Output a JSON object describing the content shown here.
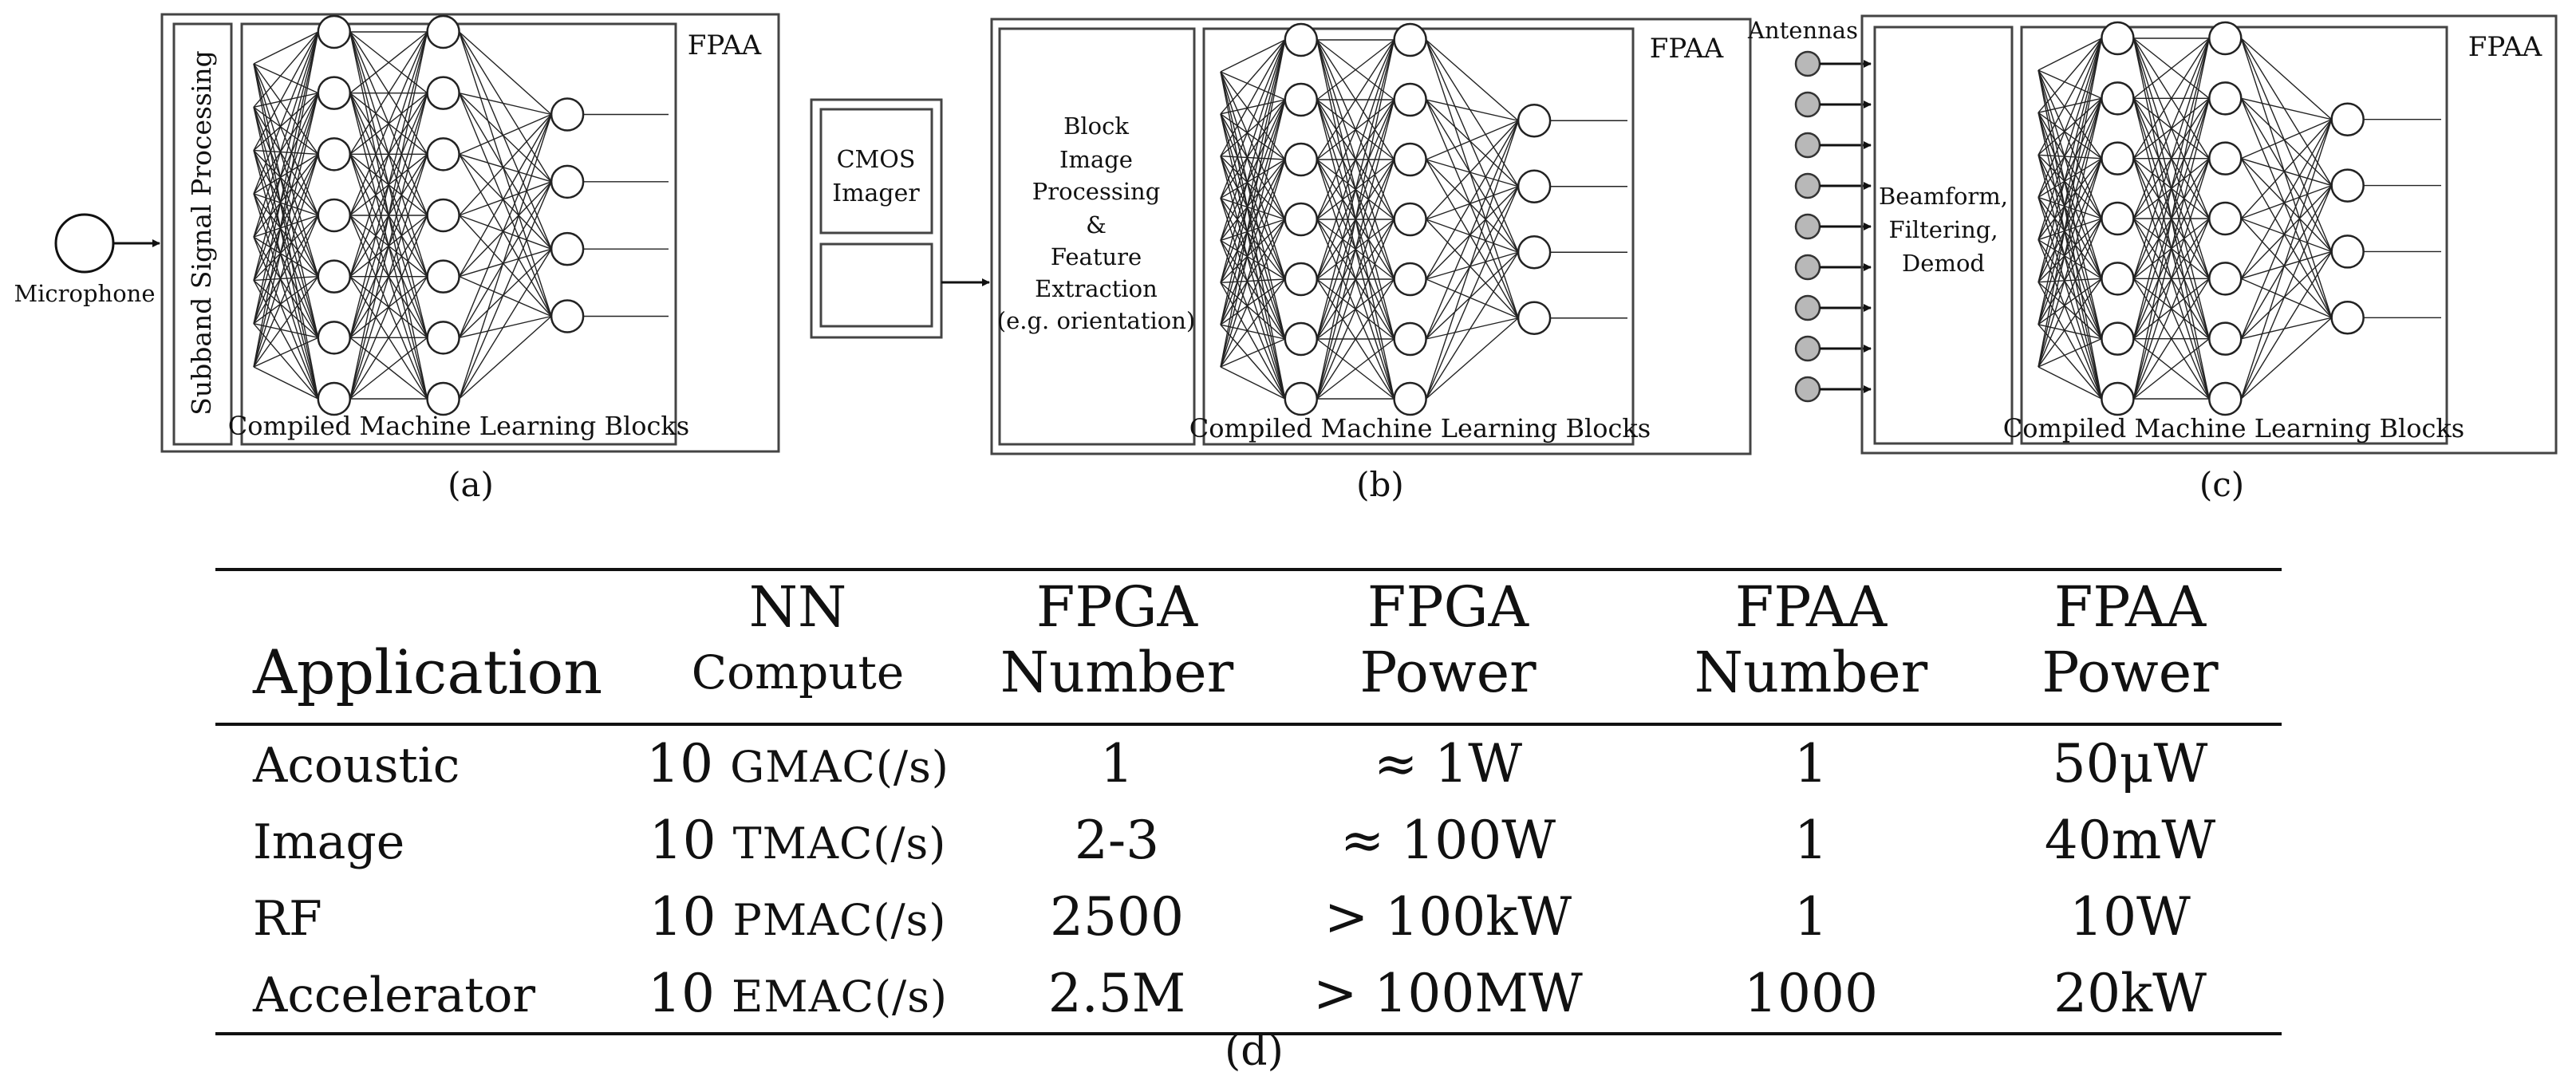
{
  "diagrams": {
    "a": {
      "input_label": "Microphone",
      "block_label": "Subband Signal Processing",
      "chip_label": "FPAA",
      "network_label": "Compiled Machine Learning Blocks",
      "caption": "(a)"
    },
    "b": {
      "imager_label": "CMOS Imager",
      "block_lines": [
        "Block",
        "Image",
        "Processing",
        "&",
        "Feature",
        "Extraction",
        "(e.g. orientation)"
      ],
      "chip_label": "FPAA",
      "network_label": "Compiled Machine Learning Blocks",
      "caption": "(b)"
    },
    "c": {
      "input_label": "Antennas",
      "block_lines": [
        "Beamform,",
        "Filtering,",
        "Demod"
      ],
      "chip_label": "FPAA",
      "network_label": "Compiled Machine Learning Blocks",
      "caption": "(c)"
    }
  },
  "table": {
    "headers": {
      "application": "Application",
      "nn_line1": "NN",
      "nn_line2": "Compute",
      "fpga_number_line1": "FPGA",
      "fpga_number_line2": "Number",
      "fpga_power_line1": "FPGA",
      "fpga_power_line2": "Power",
      "fpaa_number_line1": "FPAA",
      "fpaa_number_line2": "Number",
      "fpaa_power_line1": "FPAA",
      "fpaa_power_line2": "Power"
    },
    "rows": [
      {
        "application": "Acoustic",
        "nn_value": "10",
        "nn_unit": "GMAC(/s)",
        "fpga_number": "1",
        "fpga_power": "≈ 1W",
        "fpaa_number": "1",
        "fpaa_power": "50μW"
      },
      {
        "application": "Image",
        "nn_value": "10",
        "nn_unit": "TMAC(/s)",
        "fpga_number": "2-3",
        "fpga_power": "≈ 100W",
        "fpaa_number": "1",
        "fpaa_power": "40mW"
      },
      {
        "application": "RF",
        "nn_value": "10",
        "nn_unit": "PMAC(/s)",
        "fpga_number": "2500",
        "fpga_power": "> 100kW",
        "fpaa_number": "1",
        "fpaa_power": "10W"
      },
      {
        "application": "Accelerator",
        "nn_value": "10",
        "nn_unit": "EMAC(/s)",
        "fpga_number": "2.5M",
        "fpga_power": "> 100MW",
        "fpaa_number": "1000",
        "fpaa_power": "20kW"
      }
    ],
    "caption": "(d)"
  }
}
